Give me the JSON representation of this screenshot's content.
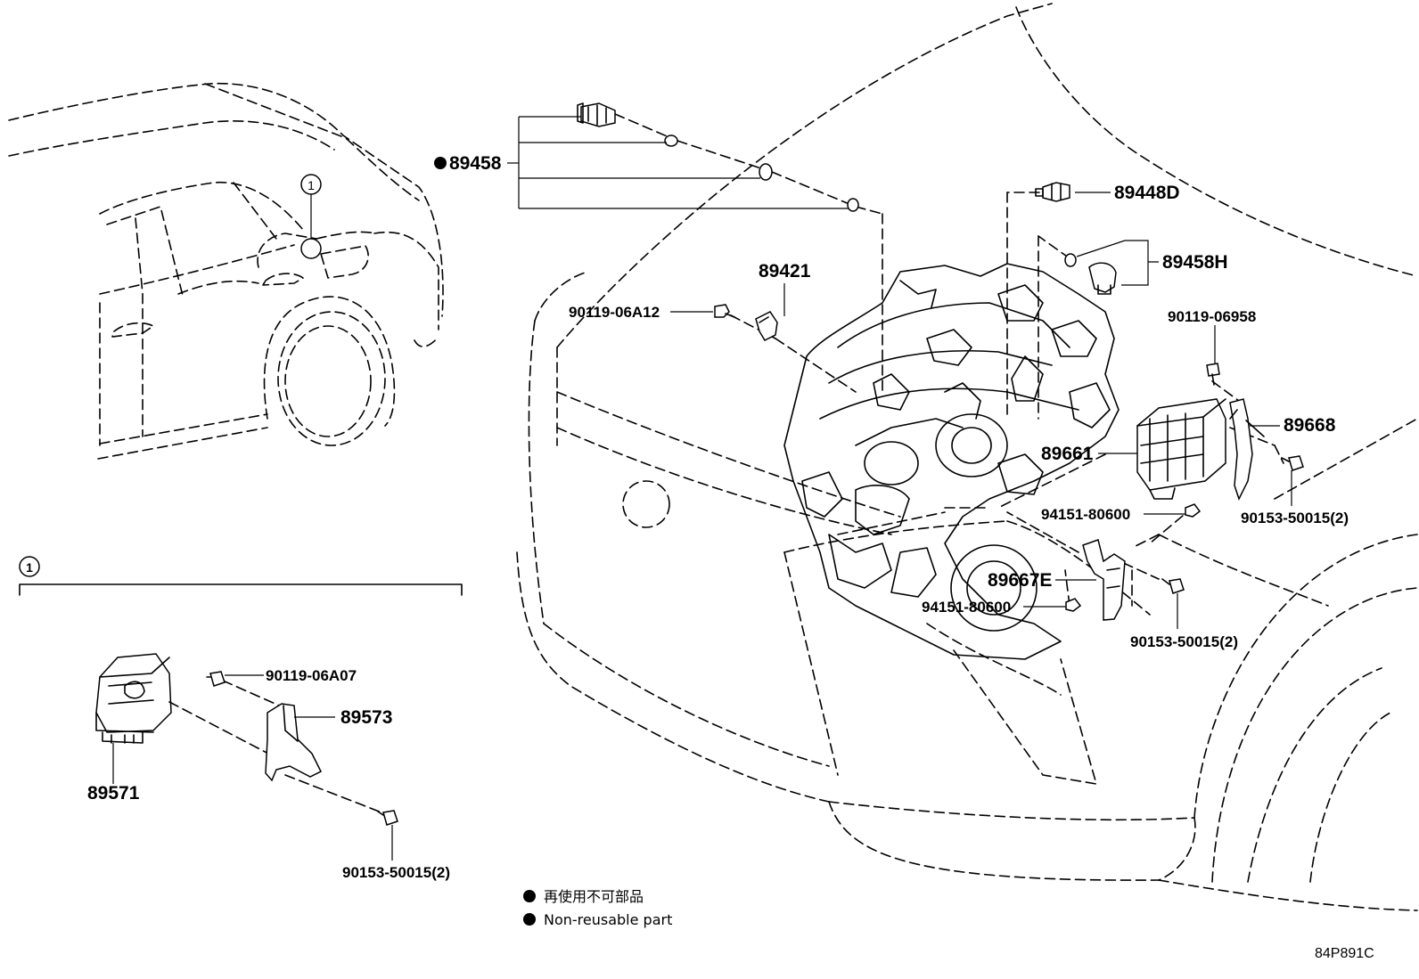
{
  "callout": {
    "number": "1"
  },
  "section": {
    "number": "1"
  },
  "parts": {
    "p89458": "89458",
    "p89448d": "89448D",
    "p89458h": "89458H",
    "p89421": "89421",
    "p9011906a12": "90119-06A12",
    "p9011906958": "90119-06958",
    "p89668": "89668",
    "p89661": "89661",
    "p9415180600_a": "94151-80600",
    "p9015350015_a": "90153-50015(2)",
    "p89667e": "89667E",
    "p9415180600_b": "94151-80600",
    "p9015350015_b": "90153-50015(2)",
    "p9011906a07": "90119-06A07",
    "p89573": "89573",
    "p89571": "89571",
    "p9015350015_c": "90153-50015(2)"
  },
  "legend": {
    "line_ja": "再使用不可部品",
    "line_en": "Non-reusable part"
  },
  "figure_code": "84P891C",
  "colors": {
    "ink": "#000000",
    "paper": "#ffffff"
  }
}
